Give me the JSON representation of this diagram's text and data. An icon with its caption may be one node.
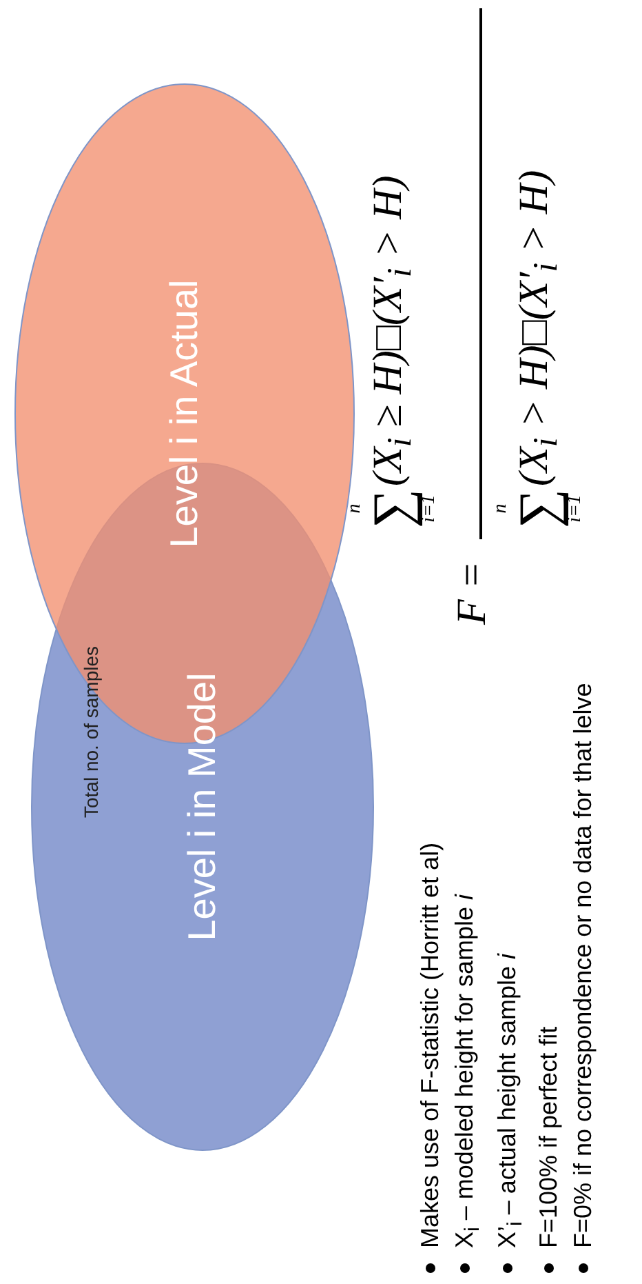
{
  "diagram": {
    "nodes": [
      {
        "text": [
          "Level i in Model"
        ]
      },
      {
        "text": [
          "Level i in Actual"
        ]
      }
    ],
    "labels": [
      "Total no. of samples",
      "Makes use of F-statistic (Horritt et al)",
      "X$_{i}$ – modeled height for sample *i*",
      "X’$_{i}$ – actual height sample *i*",
      "F=100% if perfect fit",
      "F=0% if no correspondence or no data for that lelve",
      "F =",
      "n",
      "∑",
      "i=1",
      "(X$_{i}$ ≥ H)□(X′$_{i}$ > H)",
      "n",
      "∑",
      "i=1",
      "(X$_{i}$ > H)□(X′$_{i}$ > H)"
    ]
  }
}
